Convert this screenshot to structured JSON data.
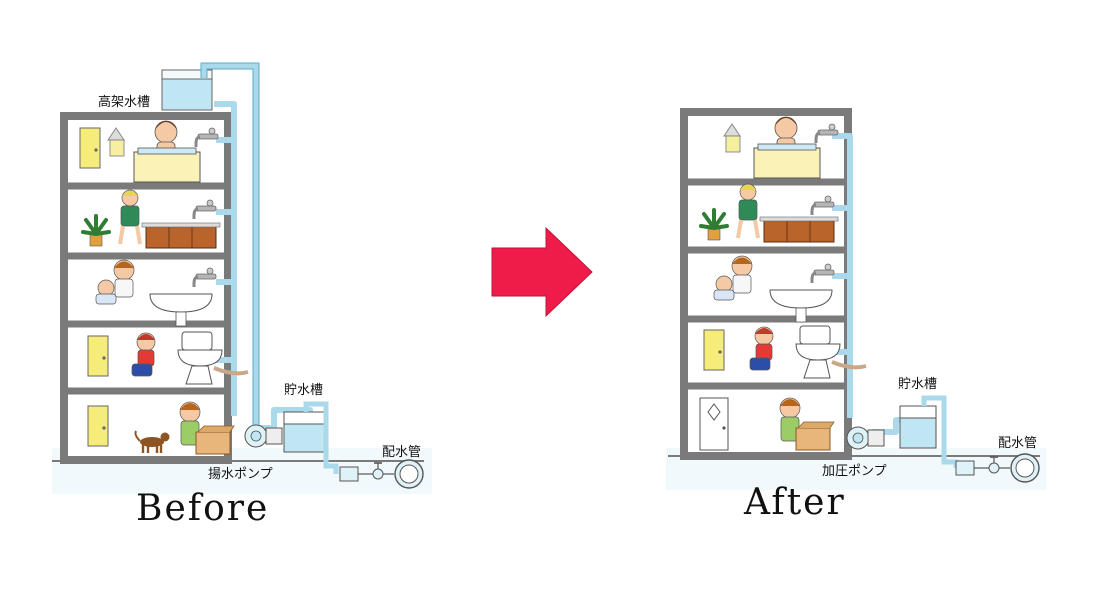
{
  "before": {
    "caption": "Before",
    "labels": {
      "elevated_tank": "高架水槽",
      "storage_tank": "貯水槽",
      "pump": "揚水ポンプ",
      "main_pipe": "配水管"
    }
  },
  "after": {
    "caption": "After",
    "labels": {
      "storage_tank": "貯水槽",
      "pump": "加圧ポンプ",
      "main_pipe": "配水管"
    }
  },
  "colors": {
    "frame": "#7a7a7a",
    "water": "#bfe6f2",
    "pipe": "#a9d9ea",
    "door": "#f5ec7a",
    "tub": "#fbf2b8",
    "cabinet": "#b8642a",
    "arrow": "#ef1c4a"
  },
  "icons": [
    "bathtub-icon",
    "faucet-icon",
    "plant-icon",
    "person-icon",
    "toilet-icon",
    "sink-icon",
    "dog-icon",
    "pump-icon",
    "meter-icon",
    "arrow-right-icon"
  ]
}
